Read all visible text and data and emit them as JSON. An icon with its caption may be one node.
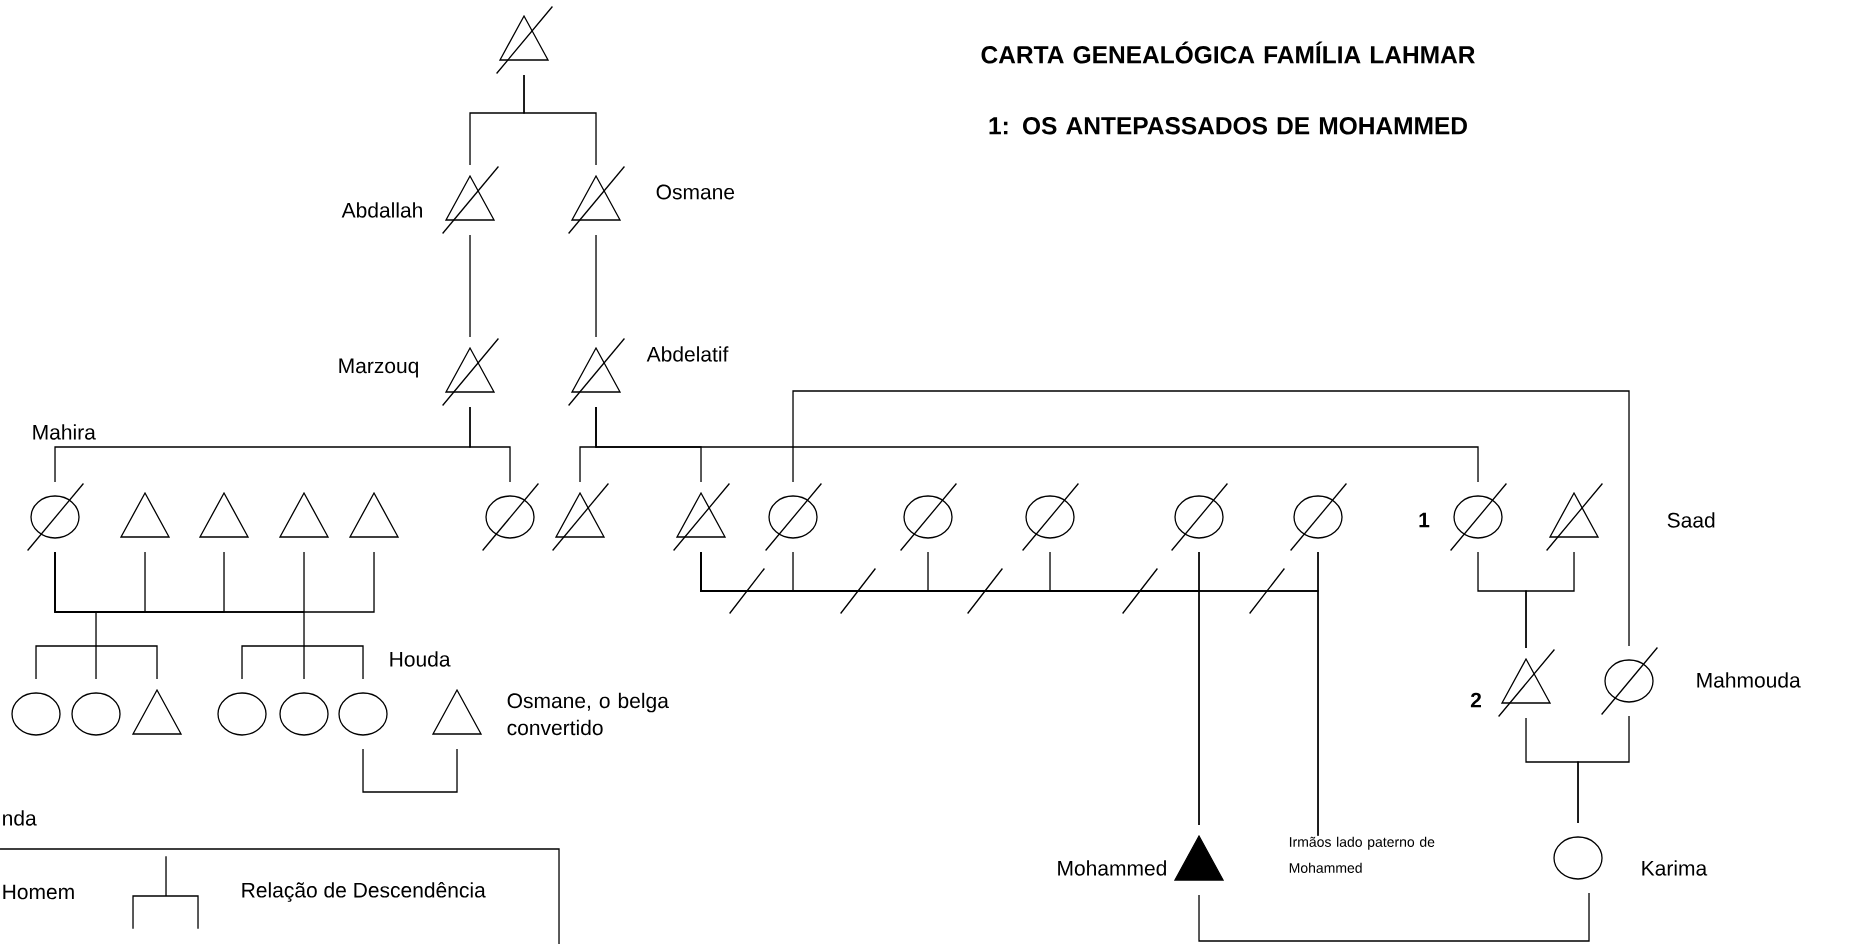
{
  "diagram": {
    "title": "CARTA GENEALÓGICA FAMÍLIA LAHMAR 1: OS ANTEPASSADOS DE MOHAMMED",
    "nodes": [
      {
        "text": [],
        "shape": "crossed-triangle"
      },
      {
        "text": [],
        "shape": "crossed-triangle",
        "beside": [
          "Abdallah"
        ]
      },
      {
        "text": [],
        "shape": "crossed-triangle",
        "beside": [
          "Osmane"
        ]
      },
      {
        "text": [],
        "shape": "crossed-triangle",
        "beside": [
          "Marzouq"
        ]
      },
      {
        "text": [],
        "shape": "crossed-triangle",
        "beside": [
          "Abdelatif"
        ]
      },
      {
        "text": [],
        "shape": "crossed-circle",
        "beside": [
          "Mahira"
        ]
      },
      {
        "text": [],
        "shape": "triangle"
      },
      {
        "text": [],
        "shape": "triangle"
      },
      {
        "text": [],
        "shape": "triangle"
      },
      {
        "text": [],
        "shape": "triangle"
      },
      {
        "text": [],
        "shape": "crossed-circle"
      },
      {
        "text": [],
        "shape": "crossed-triangle"
      },
      {
        "text": [],
        "shape": "crossed-triangle"
      },
      {
        "text": [],
        "shape": "crossed-circle"
      },
      {
        "text": [],
        "shape": "crossed-circle"
      },
      {
        "text": [],
        "shape": "crossed-circle"
      },
      {
        "text": [],
        "shape": "crossed-circle"
      },
      {
        "text": [],
        "shape": "crossed-circle"
      },
      {
        "text": [],
        "shape": "crossed-circle",
        "beside": [
          "1"
        ]
      },
      {
        "text": [],
        "shape": "crossed-triangle",
        "beside": [
          "Saad"
        ]
      },
      {
        "text": [],
        "shape": "crossed-triangle",
        "beside": [
          "2"
        ]
      },
      {
        "text": [],
        "shape": "crossed-circle",
        "beside": [
          "Mahmouda"
        ]
      },
      {
        "text": [],
        "shape": "circle"
      },
      {
        "text": [],
        "shape": "circle"
      },
      {
        "text": [],
        "shape": "triangle"
      },
      {
        "text": [],
        "shape": "circle"
      },
      {
        "text": [],
        "shape": "circle"
      },
      {
        "text": [],
        "shape": "circle",
        "beside": [
          "Houda"
        ]
      },
      {
        "text": [],
        "shape": "triangle",
        "beside": [
          "Osmane, o belga convertido"
        ]
      },
      {
        "text": [],
        "shape": "filled-triangle",
        "beside": [
          "Mohammed"
        ]
      },
      {
        "text": [
          "Irmãos lado paterno de Mohammed"
        ]
      },
      {
        "text": [],
        "shape": "circle",
        "beside": [
          "Karima"
        ]
      }
    ],
    "edges": [
      {
        "from": 0,
        "to": 1,
        "arrow": "none"
      },
      {
        "from": 0,
        "to": 2,
        "arrow": "none"
      },
      {
        "from": 1,
        "to": 3,
        "arrow": "none"
      },
      {
        "from": 2,
        "to": 4,
        "arrow": "none"
      },
      {
        "from": 3,
        "to": 5,
        "arrow": "none"
      },
      {
        "from": 3,
        "to": 10,
        "arrow": "none"
      },
      {
        "from": 4,
        "to": 11,
        "arrow": "none"
      },
      {
        "from": 4,
        "to": 12,
        "arrow": "none"
      },
      {
        "from": 4,
        "to": 18,
        "arrow": "none"
      },
      {
        "from": 13,
        "to": 21,
        "arrow": "none"
      },
      {
        "from": 5,
        "to": 22,
        "arrow": "none"
      },
      {
        "from": 5,
        "to": 23,
        "arrow": "none"
      },
      {
        "from": 5,
        "to": 24,
        "arrow": "none"
      },
      {
        "from": 6,
        "to": 22,
        "arrow": "none"
      },
      {
        "from": 6,
        "to": 23,
        "arrow": "none"
      },
      {
        "from": 6,
        "to": 24,
        "arrow": "none"
      },
      {
        "from": 5,
        "to": 25,
        "arrow": "none"
      },
      {
        "from": 5,
        "to": 26,
        "arrow": "none"
      },
      {
        "from": 5,
        "to": 27,
        "arrow": "none"
      },
      {
        "from": 8,
        "to": 25,
        "arrow": "none"
      },
      {
        "from": 8,
        "to": 26,
        "arrow": "none"
      },
      {
        "from": 8,
        "to": 27,
        "arrow": "none"
      },
      {
        "from": 7,
        "to": 5,
        "arrow": "none"
      },
      {
        "from": 9,
        "to": 5,
        "arrow": "none"
      },
      {
        "from": 27,
        "to": 28,
        "arrow": "none"
      },
      {
        "from": 12,
        "to": 13,
        "arrow": "none"
      },
      {
        "from": 12,
        "to": 14,
        "arrow": "none"
      },
      {
        "from": 12,
        "to": 15,
        "arrow": "none"
      },
      {
        "from": 12,
        "to": 16,
        "arrow": "none"
      },
      {
        "from": 12,
        "to": 17,
        "arrow": "none"
      },
      {
        "from": 12,
        "to": 29,
        "arrow": "none"
      },
      {
        "from": 16,
        "to": 29,
        "arrow": "none"
      },
      {
        "from": 12,
        "to": 30,
        "arrow": "none"
      },
      {
        "from": 17,
        "to": 30,
        "arrow": "none"
      },
      {
        "from": 18,
        "to": 20,
        "arrow": "none"
      },
      {
        "from": 19,
        "to": 20,
        "arrow": "none"
      },
      {
        "from": 20,
        "to": 31,
        "arrow": "none"
      },
      {
        "from": 21,
        "to": 31,
        "arrow": "none"
      },
      {
        "from": 29,
        "to": 31,
        "arrow": "none"
      }
    ],
    "labels": [
      "nda"
    ],
    "legend": [
      {
        "text": "Homem"
      },
      {
        "text": "Relação de Descendência"
      }
    ]
  }
}
